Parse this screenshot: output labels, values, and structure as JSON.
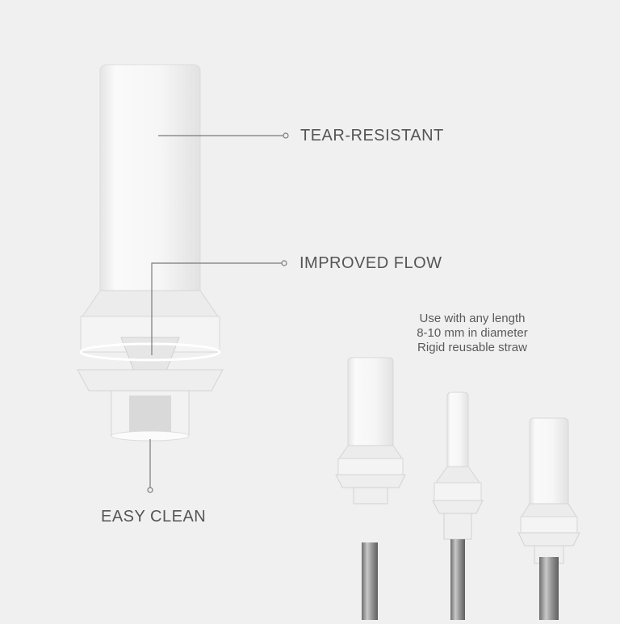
{
  "callouts": {
    "tear_resistant": "TEAR-RESISTANT",
    "improved_flow": "IMPROVED FLOW",
    "easy_clean": "EASY CLEAN"
  },
  "info": {
    "line1": "Use with any length",
    "line2": "8-10 mm in diameter",
    "line3": "Rigid reusable straw"
  },
  "colors": {
    "background": "#f0f0f0",
    "text": "#555555",
    "line": "#7a7a7a",
    "tip": "#f7f7f7",
    "metal": "#8e8e8e"
  }
}
